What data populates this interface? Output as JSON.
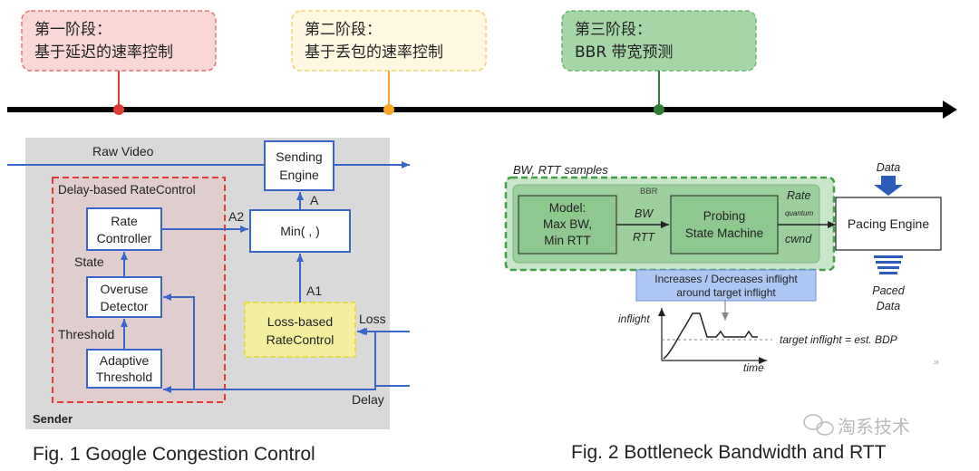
{
  "timeline": {
    "stages": [
      {
        "line1": "第一阶段：",
        "line2": "基于延迟的速率控制",
        "fill": "#f8d7d6",
        "stroke": "#e57373",
        "dot": "#e53935"
      },
      {
        "line1": "第二阶段：",
        "line2": "基于丢包的速率控制",
        "fill": "#fff8e1",
        "stroke": "#f2d36b",
        "dot": "#f9a825"
      },
      {
        "line1": "第三阶段：",
        "line2": "BBR 带宽预测",
        "fill": "#a5d6a7",
        "stroke": "#66bb6a",
        "dot": "#2e7d32"
      }
    ],
    "axis_color": "#000000"
  },
  "fig1": {
    "raw_video": "Raw Video",
    "sending_engine": [
      "Sending",
      "Engine"
    ],
    "delay_group": "Delay-based RateControl",
    "rate_controller": [
      "Rate",
      "Controller"
    ],
    "state": "State",
    "overuse_detector": [
      "Overuse",
      "Detector"
    ],
    "threshold": "Threshold",
    "adaptive_threshold": [
      "Adaptive",
      "Threshold"
    ],
    "min_box": "Min( , )",
    "a": "A",
    "a1": "A1",
    "a2": "A2",
    "loss_based": [
      "Loss-based",
      "RateControl"
    ],
    "loss": "Loss",
    "delay": "Delay",
    "sender": "Sender",
    "caption": "Fig. 1 Google Congestion Control",
    "colors": {
      "arrow": "#3a66cc",
      "panel": "#d9d9d9",
      "red": "#e53935",
      "yellow": "#f3ef9f",
      "yellow_stroke": "#e8d84a"
    }
  },
  "fig2": {
    "samples": "BW, RTT samples",
    "bbr": "BBR",
    "model": [
      "Model:",
      "Max BW,",
      "Min RTT"
    ],
    "bw": "BW",
    "rtt": "RTT",
    "probing": [
      "Probing",
      "State Machine"
    ],
    "rate": "Rate",
    "quantum": "quantum",
    "cwnd": "cwnd",
    "pacing": "Pacing Engine",
    "data": "Data",
    "paced": [
      "Paced",
      "Data"
    ],
    "inflight_box": [
      "Increases / Decreases inflight",
      "around target inflight"
    ],
    "inflight_axis": "inflight",
    "time_axis": "time",
    "target": "target inflight = est. BDP",
    "page_num": "38",
    "caption": "Fig. 2 Bottleneck Bandwidth and RTT",
    "colors": {
      "green_fill": "#a5d6a7",
      "green_dash": "#43a047",
      "box_fill": "#8fc88f",
      "blue_box": "#aec6f2",
      "arrow_blue": "#2b5db8"
    }
  },
  "watermark": "淘系技术"
}
